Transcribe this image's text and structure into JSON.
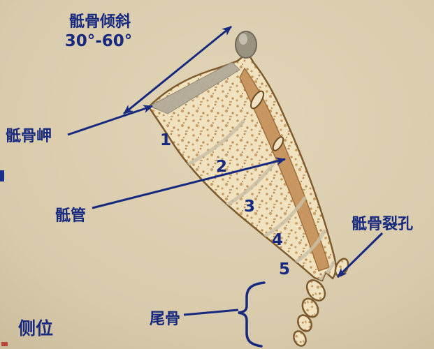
{
  "figure": {
    "view_label": "侧位",
    "annotations": {
      "tilt_line1": "骶骨倾斜",
      "tilt_line2": "30°-60°",
      "promontory": "骶骨岬",
      "sacral_canal": "骶管",
      "sacral_hiatus": "骶骨裂孔",
      "coccyx": "尾骨"
    },
    "segment_numbers": [
      "1",
      "2",
      "3",
      "4",
      "5"
    ]
  },
  "colors": {
    "background": "#d8caab",
    "label_text": "#17297f",
    "arrow": "#17297f",
    "bone_fill": "#f0e1bf",
    "bone_outline": "#7d5a2e",
    "bone_speckle": "#c0925c",
    "sacral_canal_fill": "#c6935c",
    "knob_gray": "#999281",
    "disc_gray": "#b2ab99"
  }
}
